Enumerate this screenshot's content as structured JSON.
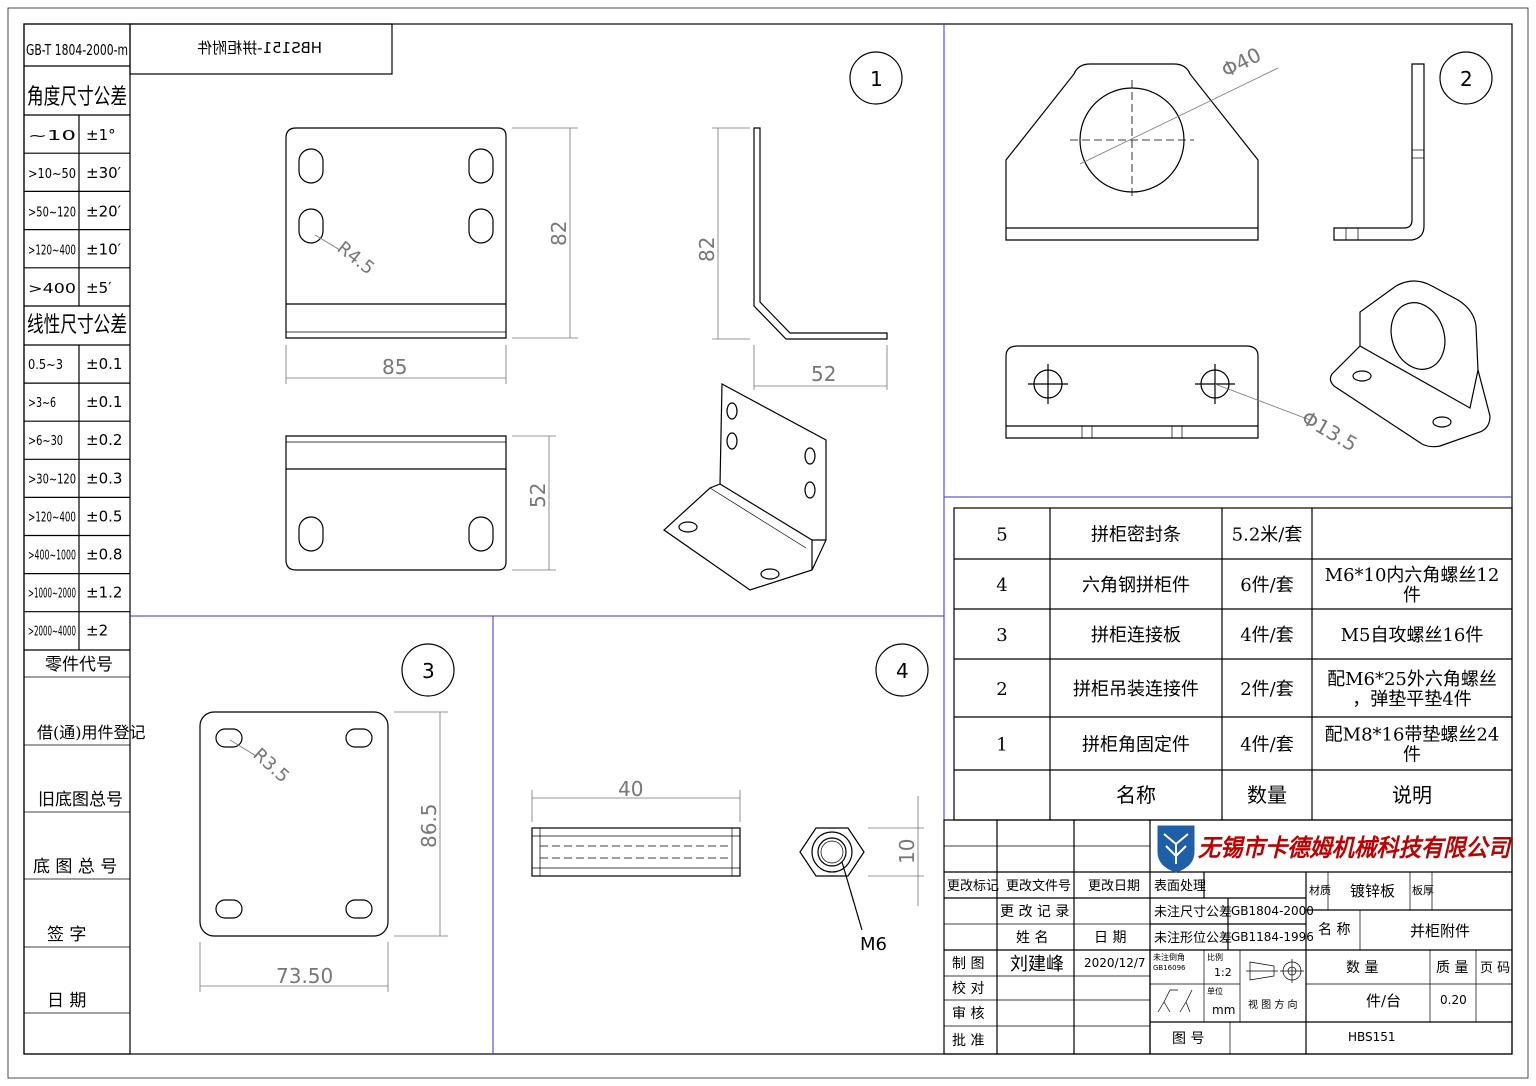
{
  "left_column": {
    "std_code": "GB-T 1804-2000-m",
    "angle_title": "角度尺寸公差",
    "angle_rows": [
      {
        "range": "~10",
        "tol": "±1°"
      },
      {
        "range": ">10~50",
        "tol": "±30′"
      },
      {
        "range": ">50~120",
        "tol": "±20′"
      },
      {
        "range": ">120~400",
        "tol": "±10′"
      },
      {
        "range": ">400",
        "tol": "±5′"
      }
    ],
    "linear_title": "线性尺寸公差",
    "linear_rows": [
      {
        "range": "0.5~3",
        "tol": "±0.1"
      },
      {
        "range": ">3~6",
        "tol": "±0.1"
      },
      {
        "range": ">6~30",
        "tol": "±0.2"
      },
      {
        "range": ">30~120",
        "tol": "±0.3"
      },
      {
        "range": ">120~400",
        "tol": "±0.5"
      },
      {
        "range": ">400~1000",
        "tol": "±0.8"
      },
      {
        "range": ">1000~2000",
        "tol": "±1.2"
      },
      {
        "range": ">2000~4000",
        "tol": "±2"
      }
    ],
    "labels": [
      "零件代号",
      "借(通)用件登记",
      "旧底图总号",
      "底 图 总 号",
      "签 字",
      "日 期"
    ]
  },
  "top_label": "HBS151-拼柜附件",
  "views": {
    "v1": {
      "num": "1",
      "d_width": "85",
      "d_height": "82",
      "d_side_height": "82",
      "d_side_width": "52",
      "d_bottom_height": "52",
      "d_radius": "R4.5"
    },
    "v2": {
      "num": "2",
      "d_big_hole": "Φ40",
      "d_small_hole": "Φ13.5"
    },
    "v3": {
      "num": "3",
      "d_radius": "R3.5",
      "d_height": "86.5",
      "d_width": "73.50"
    },
    "v4": {
      "num": "4",
      "d_length": "40",
      "d_height": "10",
      "d_thread": "M6"
    }
  },
  "bom": {
    "rows": [
      {
        "no": "5",
        "name": "拼柜密封条",
        "qty": "5.2米/套",
        "note": ""
      },
      {
        "no": "4",
        "name": "六角钢拼柜件",
        "qty": "6件/套",
        "note_lines": [
          "M6*10内六角螺丝12",
          "件"
        ]
      },
      {
        "no": "3",
        "name": "拼柜连接板",
        "qty": "4件/套",
        "note_lines": [
          "M5自攻螺丝16件"
        ]
      },
      {
        "no": "2",
        "name": "拼柜吊装连接件",
        "qty": "2件/套",
        "note_lines": [
          "配M6*25外六角螺丝",
          "，弹垫平垫4件"
        ]
      },
      {
        "no": "1",
        "name": "拼柜角固定件",
        "qty": "4件/套",
        "note_lines": [
          "配M8*16带垫螺丝24",
          "件"
        ]
      }
    ],
    "header": {
      "name": "名称",
      "qty": "数量",
      "note": "说明"
    }
  },
  "title_block": {
    "company": "无锡市卡德姆机械科技有限公司",
    "change_mark": "更改标记",
    "change_doc": "更改文件号",
    "change_date": "更改日期",
    "change_record": "更 改 记 录",
    "surface": "表面处理",
    "material_label": "材质",
    "material": "镀锌板",
    "thickness_label": "板厚",
    "dim_tol_label": "未注尺寸公差",
    "dim_tol": "GB1804-2000",
    "form_tol_label": "未注形位公差",
    "form_tol": "GB1184-1996",
    "name_label": "名 称",
    "name": "并柜附件",
    "person_label": "姓 名",
    "date_label": "日 期",
    "drawn_label": "制 图",
    "drawn_by": "刘建峰",
    "drawn_date": "2020/12/7",
    "check_label": "校 对",
    "review_label": "审 核",
    "approve_label": "批 准",
    "chamfer_label": "未注倒角",
    "chamfer_std": "GB16096",
    "scale_label": "比例",
    "scale": "1:2",
    "unit_label": "单位",
    "unit": "mm",
    "view_dir": "视 图 方 向",
    "qty_label": "数 量",
    "mass_label": "质 量",
    "page_label": "页 码",
    "qty_unit": "件/台",
    "mass": "0.20",
    "drawing_no_label": "图 号",
    "drawing_no": "HBS151"
  },
  "colors": {
    "line": "#000000",
    "dimension": "#777777",
    "divider": "#3333cc",
    "logo": "#1f5fa8",
    "company": "#c00000"
  }
}
